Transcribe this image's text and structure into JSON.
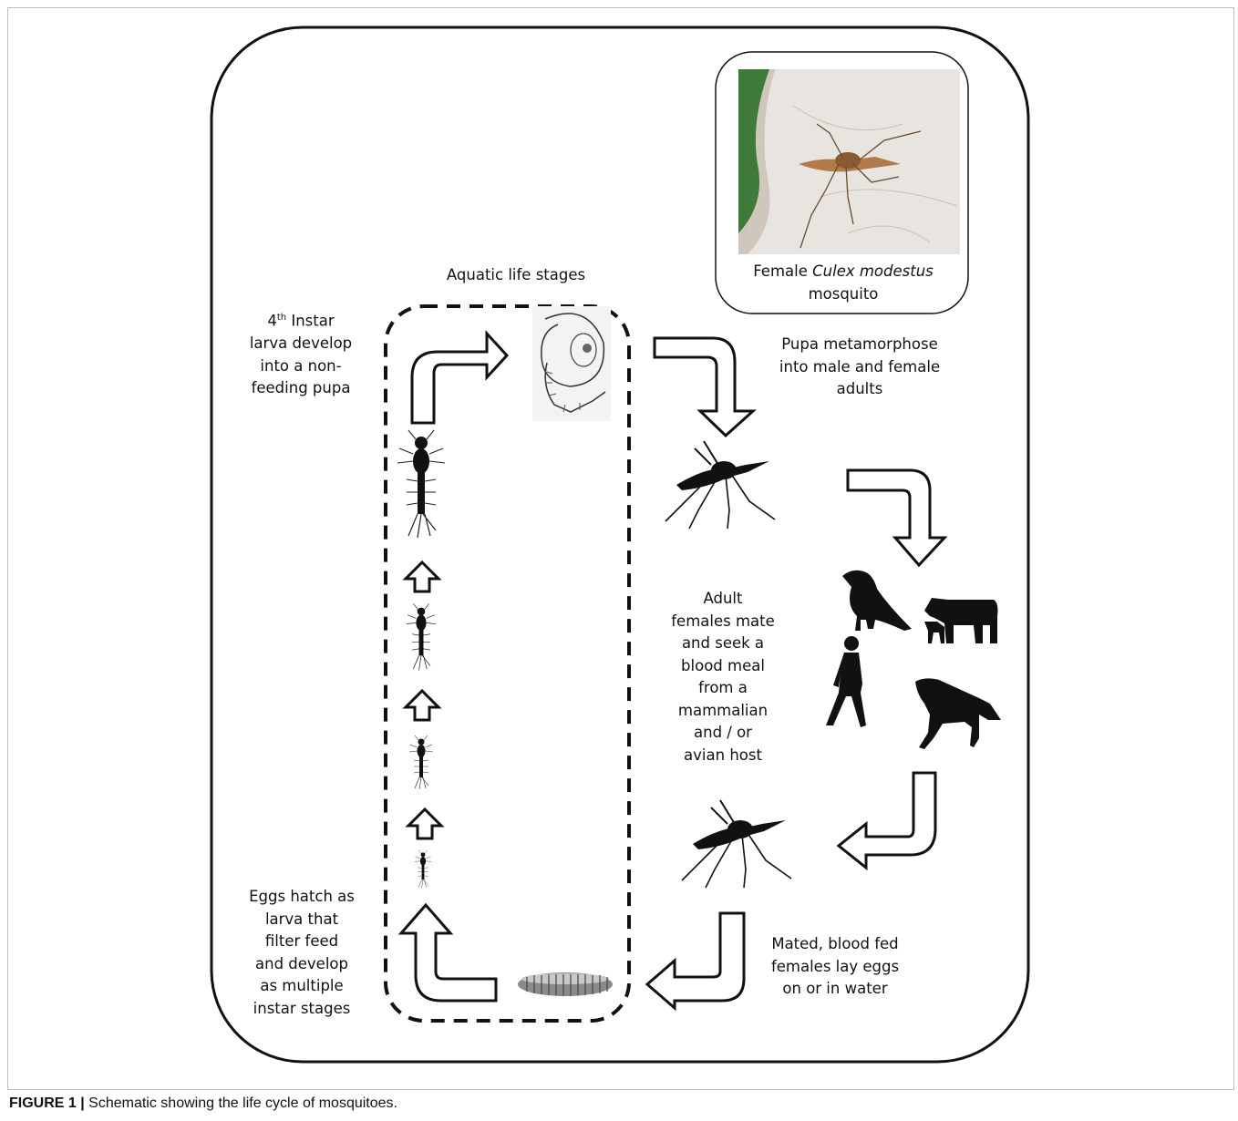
{
  "labels": {
    "aquatic_title": "Aquatic life stages",
    "fourth_instar_l1": "4",
    "fourth_instar_sup": "th",
    "fourth_instar_l1b": " Instar",
    "fourth_instar_l2": "larva develop",
    "fourth_instar_l3": "into a non-",
    "fourth_instar_l4": "feeding pupa",
    "photo_caption_l1a": "Female ",
    "photo_caption_l1b": "Culex modestus",
    "photo_caption_l2": "mosquito",
    "pupa_l1": "Pupa metamorphose",
    "pupa_l2": "into male and female",
    "pupa_l3": "adults",
    "adult_l1": "Adult",
    "adult_l2": "females mate",
    "adult_l3": "and seek a",
    "adult_l4": "blood meal",
    "adult_l5": "from a",
    "adult_l6": "mammalian",
    "adult_l7": "and / or",
    "adult_l8": "avian host",
    "mated_l1": "Mated, blood fed",
    "mated_l2": "females lay eggs",
    "mated_l3": "on or in water",
    "eggs_l1": "Eggs hatch as",
    "eggs_l2": "larva that",
    "eggs_l3": "filter feed",
    "eggs_l4": "and develop",
    "eggs_l5": "as multiple",
    "eggs_l6": "instar stages"
  },
  "caption": {
    "label": "FIGURE 1 |",
    "text": " Schematic showing the life cycle of mosquitoes."
  },
  "icons": [
    "mosquito-photo",
    "pupa-icon",
    "larva-icon",
    "mosquito-silhouette-icon",
    "crow-icon",
    "cow-calf-icon",
    "human-icon",
    "horse-icon",
    "egg-raft-icon",
    "curved-arrow-icon",
    "up-arrow-icon"
  ]
}
